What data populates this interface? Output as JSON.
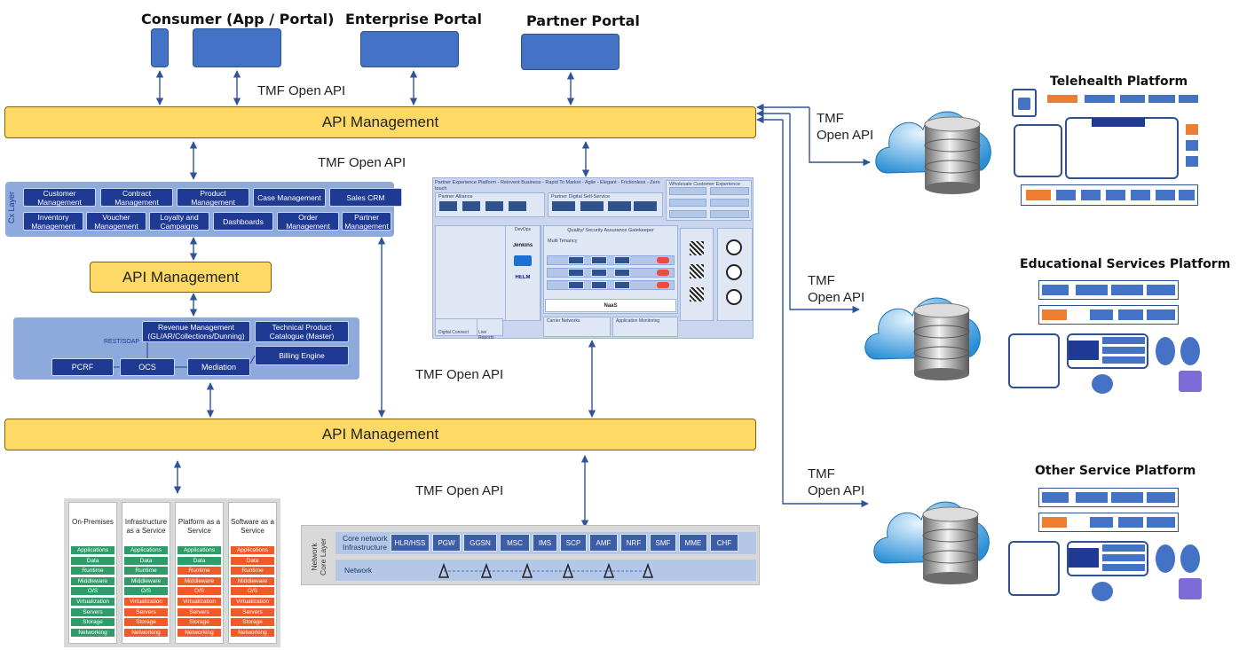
{
  "channels": {
    "consumer": "Consumer (App / Portal)",
    "enterprise": "Enterprise Portal",
    "partner": "Partner Portal"
  },
  "api_management": {
    "top": "API Management",
    "middle": "API Management",
    "bottom": "API Management"
  },
  "tmf_labels": {
    "top": "TMF Open API",
    "upper_middle": "TMF Open API",
    "center": "TMF Open API",
    "lower": "TMF Open API",
    "right_1": [
      "TMF",
      "Open API"
    ],
    "right_2": [
      "TMF",
      "Open API"
    ],
    "right_3": [
      "TMF",
      "Open API"
    ]
  },
  "cx_layer": {
    "label": "Cx Layer",
    "row1": [
      "Customer Management",
      "Contract Management",
      "Product Management",
      "Case Management",
      "Sales CRM"
    ],
    "row2": [
      "Inventory Management",
      "Voucher Management",
      "Loyalty and Campaigns",
      "Dashboards",
      "Order Management",
      "Partner Management"
    ]
  },
  "bss": {
    "revenue": "Revenue Management (GL/AR/Collections/Dunning)",
    "catalogue": "Technical Product Catalogue (Master)",
    "billing": "Billing Engine",
    "rest_soap": "REST/SOAP",
    "pcrf": "PCRF",
    "ocs": "OCS",
    "mediation": "Mediation"
  },
  "partner_experience": {
    "headline": "Partner Experience Platform - Reinvent Business - Rapid To Market - Agile - Elegant - Frictionless - Zero touch",
    "alliance": "Partner Alliance",
    "self_service": "Partner Digital Self-Service",
    "wholesale": "Wholesale Customer Experience",
    "quality": "Quality/ Security Assurance Gatekeeper",
    "multi_tenancy": "Multi Tenancy",
    "naas": "NaaS",
    "jenkins": "Jenkins",
    "helm": "HELM",
    "devops": "DevOps",
    "carrier": "Carrier Networks",
    "monitoring": "Application Monitoring",
    "digital_connect": "Digital Connect",
    "live_reports": "Live Reports"
  },
  "cloud_models": {
    "columns": [
      {
        "title": "On-Premises",
        "layers": [
          "Applications",
          "Data",
          "Runtime",
          "Middleware",
          "O/S",
          "Virtualization",
          "Servers",
          "Storage",
          "Networking"
        ],
        "managed": [
          0,
          0,
          0,
          0,
          0,
          0,
          0,
          0,
          0
        ]
      },
      {
        "title": "Infrastructure as a Service",
        "layers": [
          "Applications",
          "Data",
          "Runtime",
          "Middleware",
          "O/S",
          "Virtualization",
          "Servers",
          "Storage",
          "Networking"
        ],
        "managed": [
          0,
          0,
          0,
          0,
          0,
          1,
          1,
          1,
          1
        ]
      },
      {
        "title": "Platform as a Service",
        "layers": [
          "Applications",
          "Data",
          "Runtime",
          "Middleware",
          "O/S",
          "Virtualization",
          "Servers",
          "Storage",
          "Networking"
        ],
        "managed": [
          0,
          0,
          1,
          1,
          1,
          1,
          1,
          1,
          1
        ]
      },
      {
        "title": "Software as a Service",
        "layers": [
          "Applications",
          "Data",
          "Runtime",
          "Middleware",
          "O/S",
          "Virtualization",
          "Servers",
          "Storage",
          "Networking"
        ],
        "managed": [
          1,
          1,
          1,
          1,
          1,
          1,
          1,
          1,
          1
        ]
      }
    ],
    "colors": {
      "self": "#2e9d6a",
      "provider": "#f05a28"
    }
  },
  "network_core": {
    "side_label": [
      "Network",
      "Core Layer"
    ],
    "infra_label": [
      "Core network",
      "Infrastructure"
    ],
    "functions": [
      "HLR/HSS",
      "PGW",
      "GGSN",
      "MSC",
      "IMS",
      "SCP",
      "AMF",
      "NRF",
      "SMF",
      "MME",
      "CHF"
    ],
    "network_label": "Network"
  },
  "platforms": {
    "telehealth": "Telehealth Platform",
    "education": "Educational Services Platform",
    "other": "Other Service Platform"
  },
  "colors": {
    "api_yellow": "#ffd966",
    "channel_blue": "#4472c4",
    "module_navy": "#1f3a93",
    "panel_blue": "#8ea9db"
  }
}
